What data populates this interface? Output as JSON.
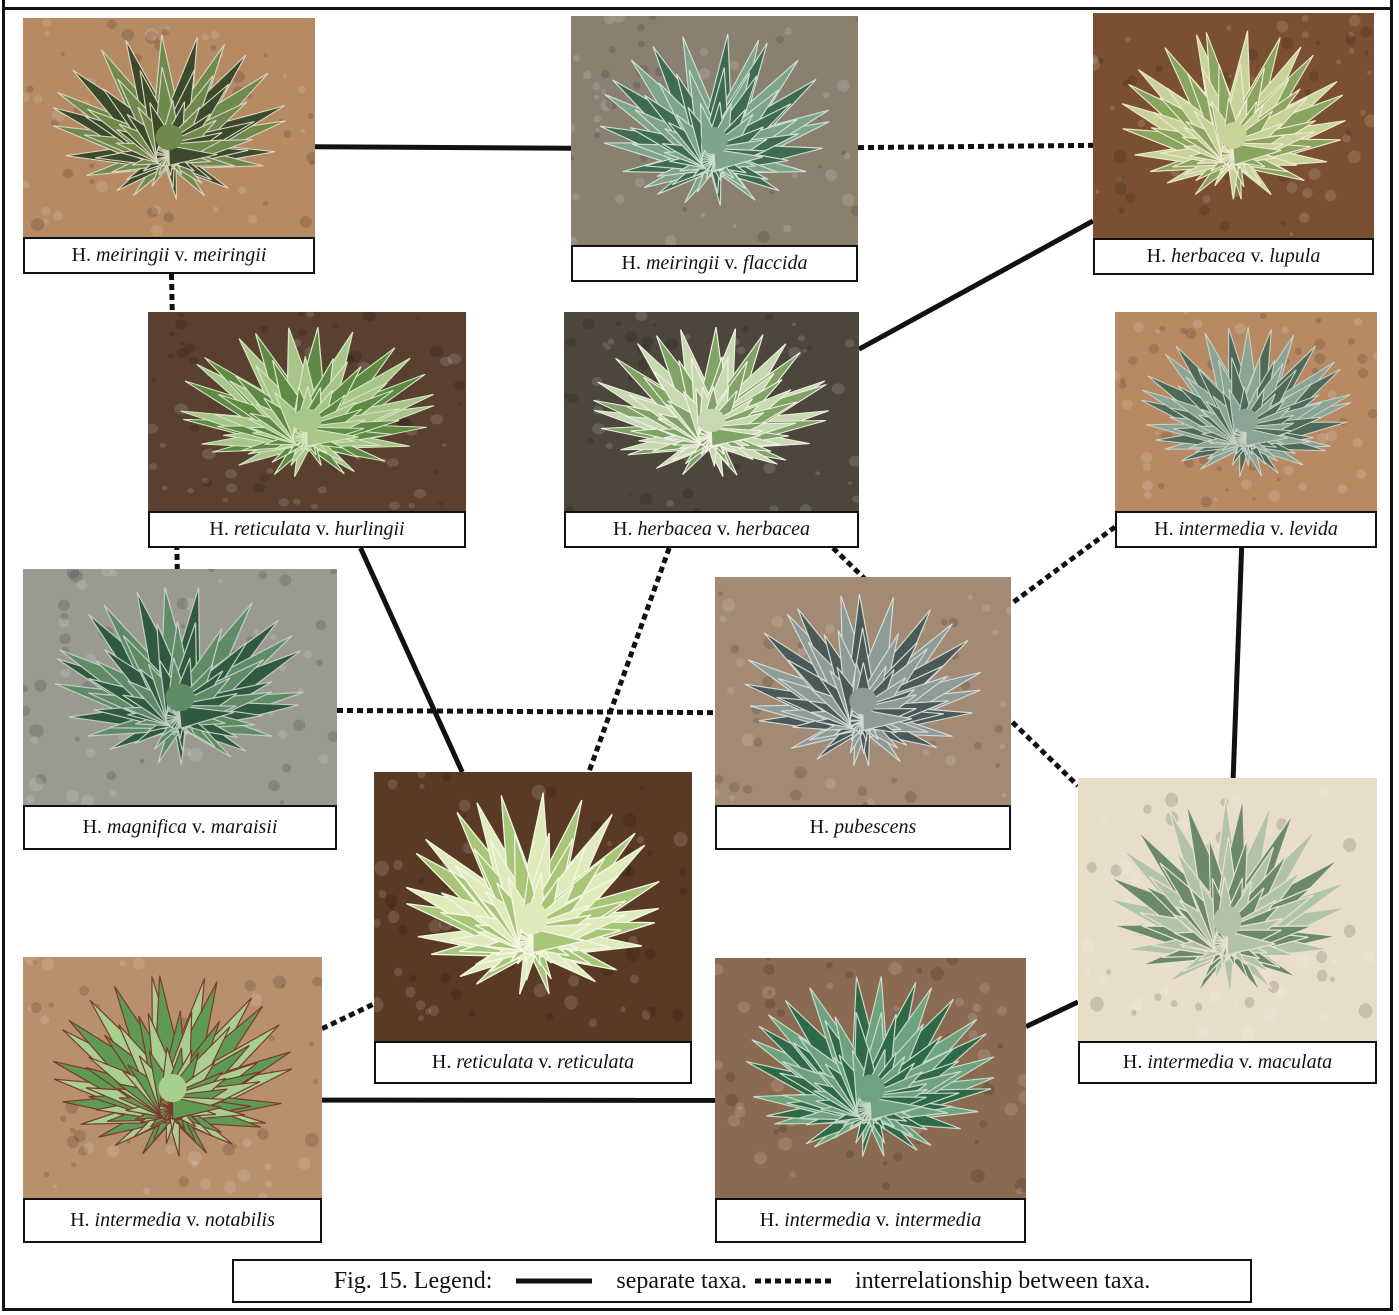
{
  "cards": {
    "meiringii_meiringii": {
      "genus": "H. ",
      "species": "meiringii",
      "rank": " v. ",
      "variety": "meiringii",
      "palette": {
        "ground": "#b68a62",
        "leaf": "#3a4a2a",
        "leaf2": "#6f8a4c",
        "tip": "#d9d2c0"
      }
    },
    "meiringii_flaccida": {
      "genus": "H. ",
      "species": "meiringii",
      "rank": " v. ",
      "variety": "flaccida",
      "palette": {
        "ground": "#8a8070",
        "leaf": "#3f6b52",
        "leaf2": "#7ea58a",
        "tip": "#cfe0d0"
      }
    },
    "herbacea_lupula": {
      "genus": "H. ",
      "species": "herbacea",
      "rank": " v. ",
      "variety": "lupula",
      "palette": {
        "ground": "#7a5030",
        "leaf": "#8aa560",
        "leaf2": "#c6d49a",
        "tip": "#efe8cf"
      }
    },
    "reticulata_hurlingii": {
      "genus": "H. ",
      "species": "reticulata",
      "rank": " v. ",
      "variety": "hurlingii",
      "palette": {
        "ground": "#5a4030",
        "leaf": "#5e8a45",
        "leaf2": "#a9c68a",
        "tip": "#d6e6c0"
      }
    },
    "herbacea_herbacea": {
      "genus": "H. ",
      "species": "herbacea",
      "rank": " v. ",
      "variety": "herbacea",
      "palette": {
        "ground": "#4c463c",
        "leaf": "#7fa466",
        "leaf2": "#c7d9b0",
        "tip": "#f2f0e6"
      }
    },
    "intermedia_levida": {
      "genus": "H. ",
      "species": "intermedia",
      "rank": " v. ",
      "variety": "levida",
      "palette": {
        "ground": "#b88a64",
        "leaf": "#4f6a58",
        "leaf2": "#8aa596",
        "tip": "#c9d3c8"
      }
    },
    "magnifica_maraisii": {
      "genus": "H. ",
      "species": "magnifica",
      "rank": " v. ",
      "variety": "maraisii",
      "palette": {
        "ground": "#9a9a92",
        "leaf": "#2f5a40",
        "leaf2": "#5f8c66",
        "tip": "#c0ccc0"
      }
    },
    "pubescens": {
      "genus": "H. ",
      "species": "pubescens",
      "rank": "",
      "variety": "",
      "palette": {
        "ground": "#a38a74",
        "leaf": "#4a5a58",
        "leaf2": "#8e9c98",
        "tip": "#d5dad6"
      }
    },
    "reticulata_reticulata": {
      "genus": "H. ",
      "species": "reticulata",
      "rank": " v. ",
      "variety": "reticulata",
      "palette": {
        "ground": "#5a3a24",
        "leaf": "#a8c678",
        "leaf2": "#e0ebbc",
        "tip": "#f4f6e4"
      }
    },
    "intermedia_maculata": {
      "genus": "H. ",
      "species": "intermedia",
      "rank": " v. ",
      "variety": "maculata",
      "palette": {
        "ground": "#e8ddc8",
        "leaf": "#6a8a6a",
        "leaf2": "#b2c4a8",
        "tip": "#e6e0cc"
      }
    },
    "intermedia_notabilis": {
      "genus": "H. ",
      "species": "intermedia",
      "rank": " v. ",
      "variety": "notabilis",
      "palette": {
        "ground": "#b8906c",
        "leaf": "#5e9a52",
        "leaf2": "#a8cf8e",
        "tip": "#7a3a30"
      }
    },
    "intermedia_intermedia": {
      "genus": "H. ",
      "species": "intermedia",
      "rank": " v. ",
      "variety": "intermedia",
      "palette": {
        "ground": "#8a6a50",
        "leaf": "#2f6a48",
        "leaf2": "#6fa27e",
        "tip": "#c8d8c8"
      }
    }
  },
  "links": [
    {
      "from": "meiringii_meiringii",
      "to": "meiringii_flaccida",
      "type": "separate"
    },
    {
      "from": "meiringii_flaccida",
      "to": "herbacea_lupula",
      "type": "interrelationship"
    },
    {
      "from": "herbacea_herbacea",
      "to": "herbacea_lupula",
      "type": "separate"
    },
    {
      "from": "meiringii_meiringii",
      "to": "magnifica_maraisii",
      "type": "interrelationship"
    },
    {
      "from": "herbacea_herbacea",
      "to": "intermedia_maculata",
      "type": "interrelationship"
    },
    {
      "from": "intermedia_levida",
      "to": "pubescens",
      "type": "interrelationship"
    },
    {
      "from": "intermedia_levida",
      "to": "intermedia_maculata",
      "type": "separate"
    },
    {
      "from": "reticulata_hurlingii",
      "to": "reticulata_reticulata",
      "type": "separate"
    },
    {
      "from": "herbacea_herbacea",
      "to": "reticulata_reticulata",
      "type": "interrelationship"
    },
    {
      "from": "magnifica_maraisii",
      "to": "pubescens",
      "type": "interrelationship"
    },
    {
      "from": "intermedia_notabilis",
      "to": "reticulata_reticulata",
      "type": "interrelationship"
    },
    {
      "from": "intermedia_notabilis",
      "to": "intermedia_intermedia",
      "type": "separate"
    },
    {
      "from": "intermedia_intermedia",
      "to": "intermedia_maculata",
      "type": "separate"
    }
  ],
  "legend": {
    "prefix": "Fig. 15. Legend:",
    "separate_label": "separate taxa.",
    "interrelationship_label": "interrelationship between  taxa."
  },
  "colors": {
    "line": "#111111",
    "border": "#111111"
  }
}
